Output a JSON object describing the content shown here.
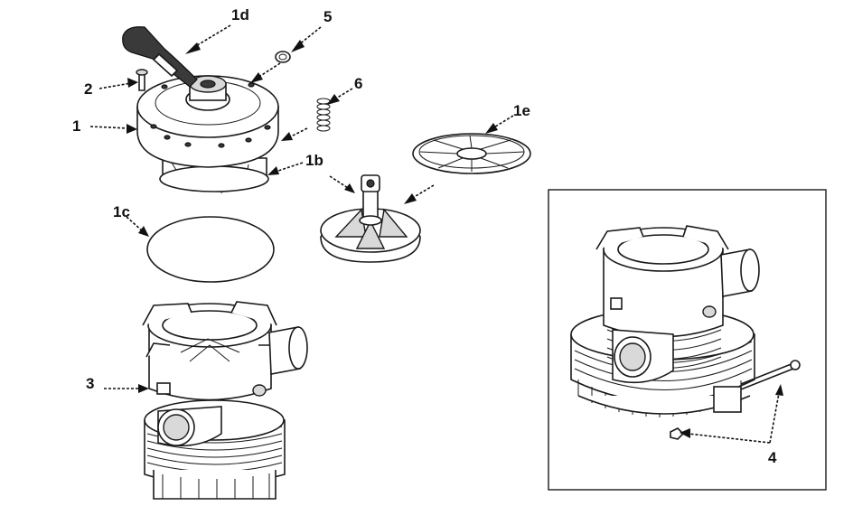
{
  "labels": {
    "l1d": "1d",
    "l5": "5",
    "l2": "2",
    "l6": "6",
    "l1": "1",
    "l1e": "1e",
    "l1b": "1b",
    "l1c": "1c",
    "l3": "3",
    "l4": "4"
  }
}
